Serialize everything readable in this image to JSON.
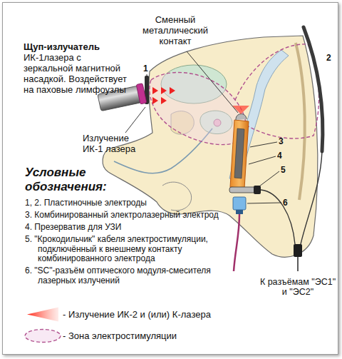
{
  "diagram": {
    "labels": [
      "Сменный металлический контакт",
      "Щуп-излучатель",
      "ИК-1лазера с зеркальной магнитной насадкой. Воздействует на паховые лимфоузлы",
      "1",
      "2",
      "Излучение ИК-1 лазера",
      "3",
      "4",
      "5",
      "6",
      "Условные обозначения:",
      "1, 2. Пластиночные электроды",
      "3. Комбинированный электролазерный электрод",
      "4. Презерватив для УЗИ",
      "5. \"Крокодильчик\" кабеля электростимуляции, подключённый к внешнему контакту комбинированного электрода",
      "6. \"SC\"-разъём оптического модуля-смесителя лазерных излучений",
      "К разъёмам \"ЭС1\" и \"ЭС2\""
    ],
    "legend": [
      {
        "text": "- Излучение ИК-2 и (или) К-лазера"
      },
      {
        "text": "- Зона электростимуляции"
      }
    ]
  }
}
